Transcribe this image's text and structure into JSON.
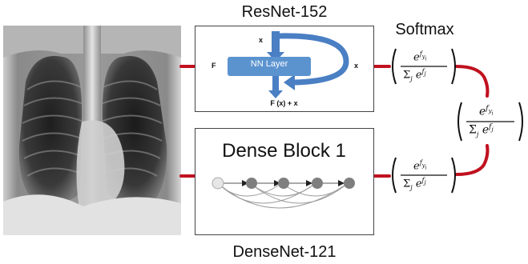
{
  "resnet": {
    "title": "ResNet-152",
    "block": {
      "layer_label": "NN Layer",
      "input_top": "x",
      "input_left": "F",
      "skip_label": "x",
      "output_label": "F (x) + x"
    }
  },
  "densenet": {
    "title": "DenseNet-121",
    "block_title": "Dense Block 1"
  },
  "softmax": {
    "title": "Softmax",
    "numerator_base": "e",
    "numerator_sup": "f",
    "numerator_sub": "y",
    "numerator_subsub": "i",
    "sum_symbol": "Σ",
    "sum_index": "j",
    "denominator_sup": "f",
    "denominator_sub": "j"
  },
  "colors": {
    "connector": "#c0111f",
    "nn_layer_fill": "#5b93cf",
    "arrow_fill": "#4a7fc4",
    "dense_node_input": "#e6e6e6",
    "dense_node": "#7f7f7f"
  }
}
